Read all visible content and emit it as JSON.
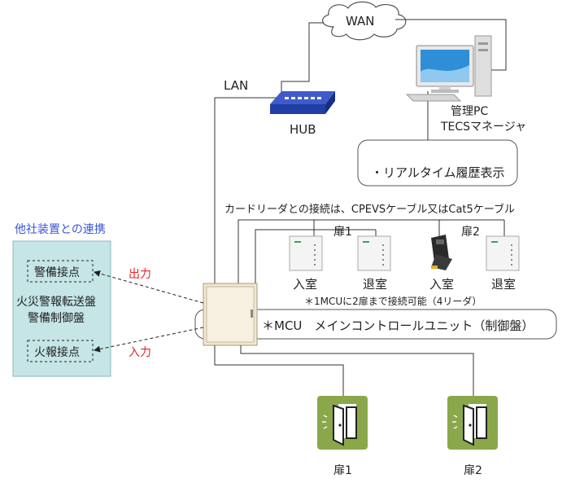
{
  "network": {
    "wan": "WAN",
    "lan": "LAN",
    "hub": "HUB"
  },
  "pc": {
    "line1": "管理PC",
    "line2": "TECSマネージャ"
  },
  "realtime": "・リアルタイム履歴表示",
  "cable_note": "カードリーダとの接続は、CPEVSケーブル又はCat5ケーブル",
  "door1_label": "扉1",
  "door2_label": "扉2",
  "readers": [
    {
      "label": "入室",
      "kind": "panel"
    },
    {
      "label": "退室",
      "kind": "panel"
    },
    {
      "label": "入室",
      "kind": "card"
    },
    {
      "label": "退室",
      "kind": "panel"
    }
  ],
  "mcu_note": "＊1MCUに2扉まで接続可能（4リーダ）",
  "mcu_label": "＊MCU　メインコントロールユニット（制御盤）",
  "external": {
    "title": "他社装置との連携",
    "security_contact": "警備接点",
    "panel_line1": "火災警報転送盤",
    "panel_line2": "警備制御盤",
    "fire_contact": "火報接点",
    "output": "出力",
    "input": "入力"
  },
  "exit_doors": [
    {
      "label": "扉1"
    },
    {
      "label": "扉2"
    }
  ],
  "colors": {
    "panel_bg": "#c5e5e6",
    "title_blue": "#3b55d6",
    "arrow_red": "#e8242a",
    "door_green": "#8aa84a"
  }
}
